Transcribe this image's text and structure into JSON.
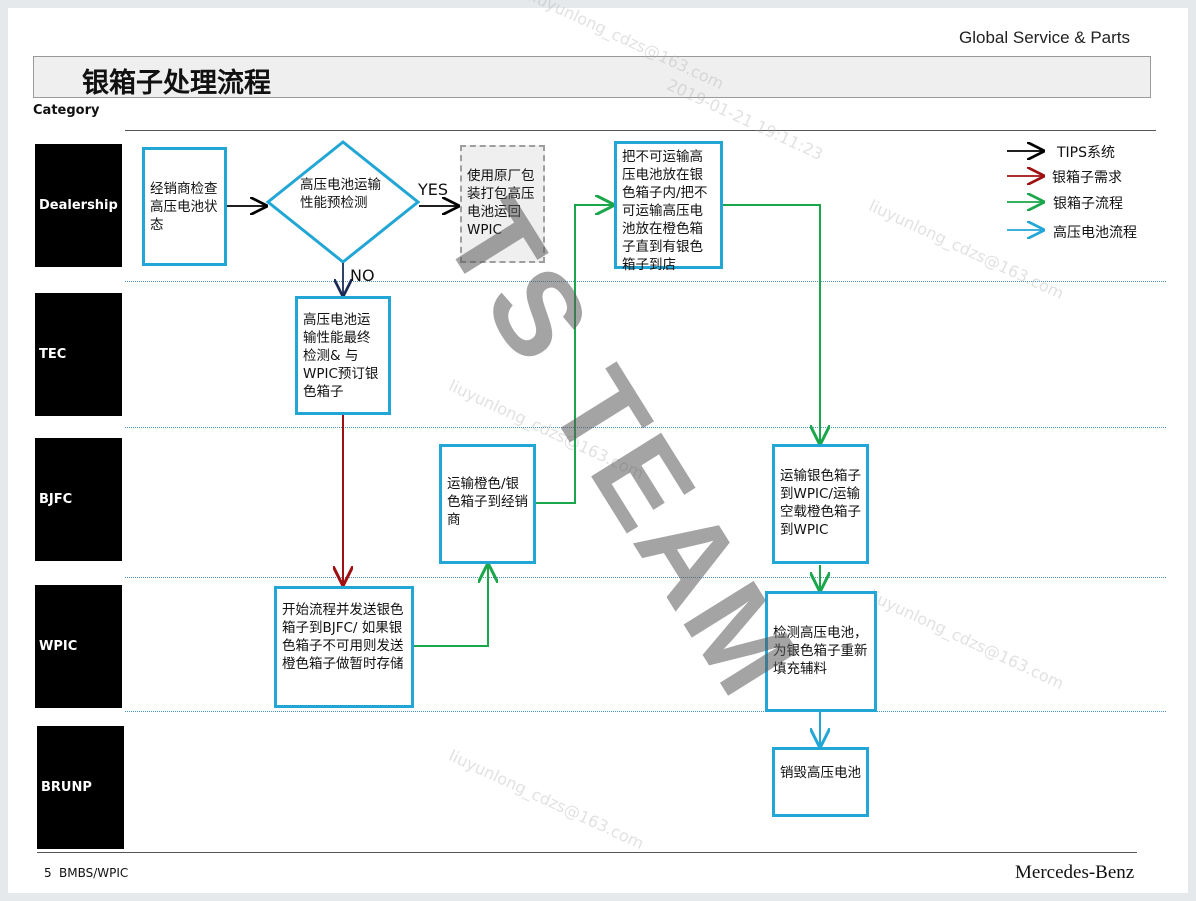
{
  "header": {
    "brand": "Global Service & Parts",
    "title": "银箱子处理流程",
    "category": "Category"
  },
  "lanes": [
    "Dealership",
    "TEC",
    "BJFC",
    "WPIC",
    "BRUNP"
  ],
  "nodes": {
    "dealer_check": "经销商检查高压电池状态",
    "precheck": "高压电池运输性能预检测",
    "ship_back": "使用原厂包装打包高压电池运回WPIC",
    "store": "把不可运输高压电池放在银色箱子内/把不可运输高压电池放在橙色箱子直到有银色箱子到店",
    "tec_test": "高压电池运输性能最终检测& 与WPIC预订银色箱子",
    "bjfc_ship_out": "运输橙色/银色箱子到经销商",
    "bjfc_ship_back": "运输银色箱子到WPIC/运输空载橙色箱子到WPIC",
    "wpic_start": "开始流程并发送银色箱子到BJFC/ 如果银色箱子不可用则发送橙色箱子做暂时存储",
    "wpic_test": "检测高压电池，为银色箱子重新填充辅料",
    "destroy": "销毁高压电池"
  },
  "edge_labels": {
    "yes": "YES",
    "no": "NO"
  },
  "legend": [
    {
      "label": "TIPS系统",
      "color": "#000000"
    },
    {
      "label": "银箱子需求",
      "color": "#a01010"
    },
    {
      "label": "银箱子流程",
      "color": "#1aa64a"
    },
    {
      "label": "高压电池流程",
      "color": "#22a6d6"
    }
  ],
  "watermark": "TS TEAM",
  "footer": {
    "page": "5",
    "text": "BMBS/WPIC",
    "logo": "Mercedes-Benz"
  }
}
